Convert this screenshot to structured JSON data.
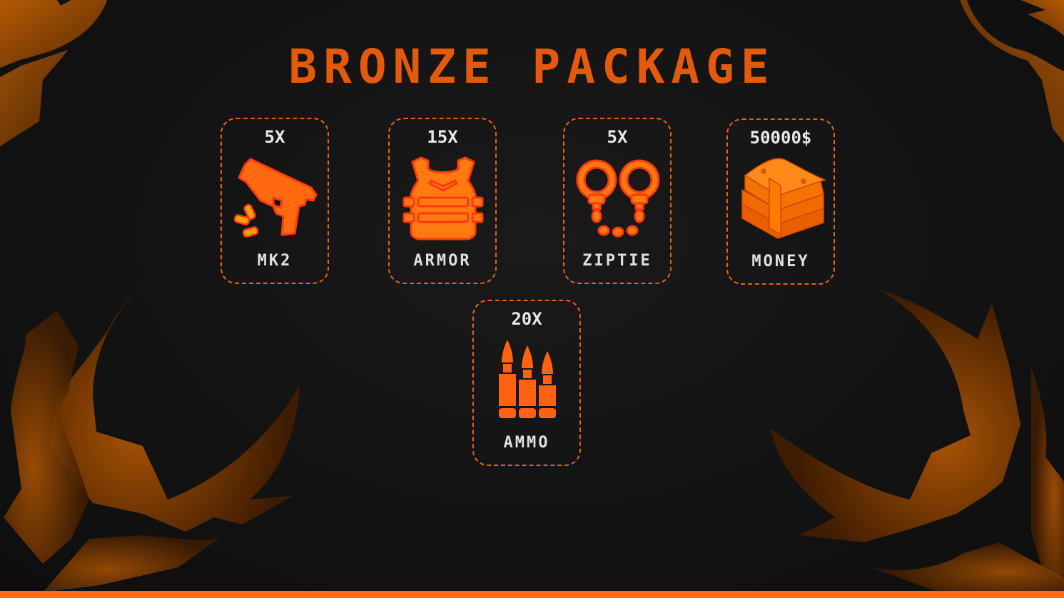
{
  "title": "BRONZE PACKAGE",
  "colors": {
    "accent": "#e35a0c",
    "border": "#e9620f",
    "icon_fill": "#ff6a10",
    "icon_outline": "#ff3a10",
    "background": "#121212",
    "bottom_bar": "#ff6b17",
    "text": "#e8e8e8"
  },
  "items": [
    {
      "quantity": "5X",
      "label": "MK2",
      "icon": "pistol-icon"
    },
    {
      "quantity": "15X",
      "label": "ARMOR",
      "icon": "body-armor-icon"
    },
    {
      "quantity": "5X",
      "label": "ZIPTIE",
      "icon": "handcuffs-icon"
    },
    {
      "quantity": "50000$",
      "label": "MONEY",
      "icon": "money-stack-icon"
    },
    {
      "quantity": "20X",
      "label": "AMMO",
      "icon": "bullets-icon"
    }
  ]
}
